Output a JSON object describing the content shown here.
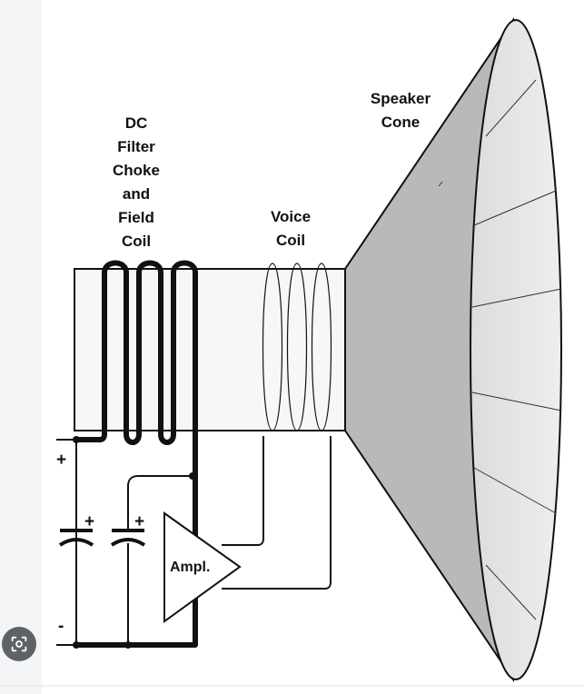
{
  "labels": {
    "choke": [
      "DC",
      "Filter",
      "Choke",
      "and",
      "Field",
      "Coil"
    ],
    "voice_coil": [
      "Voice",
      "Coil"
    ],
    "speaker_cone": [
      "Speaker",
      "Cone"
    ],
    "amplifier": "Ampl.",
    "plus_sign": "+",
    "minus_sign": "-"
  },
  "icons": {
    "lens": "lens-search-icon"
  }
}
